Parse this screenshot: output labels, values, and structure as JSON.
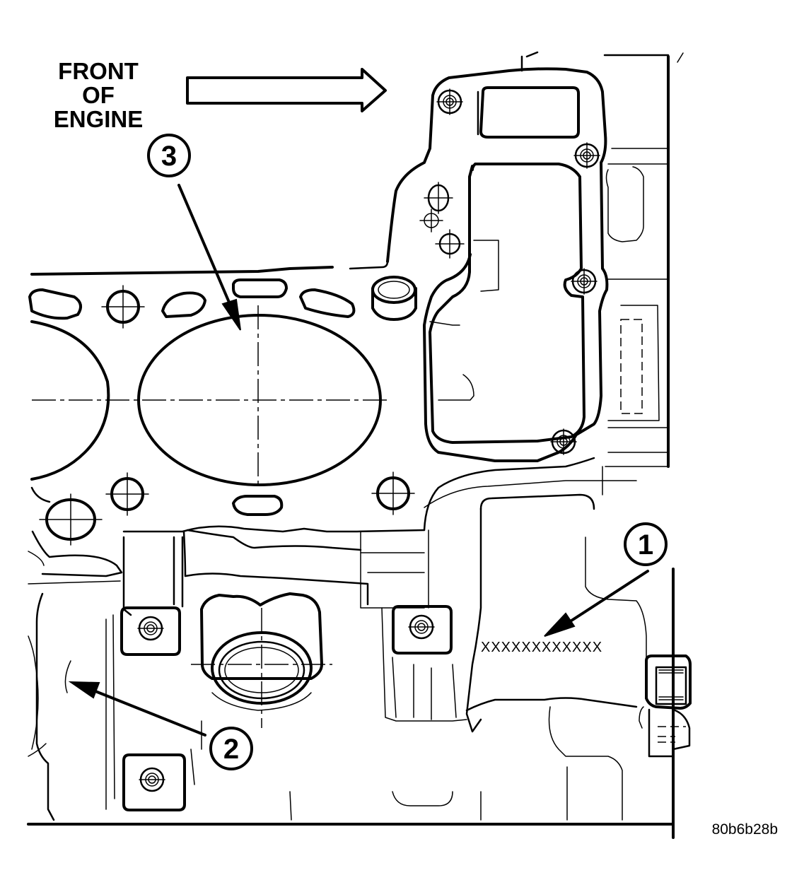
{
  "labels": {
    "front_line1": "FRONT",
    "front_line2": "OF",
    "front_line3": "ENGINE",
    "callout_1": "1",
    "callout_2": "2",
    "callout_3": "3",
    "stamp_code": "XXXXXXXXXXXX",
    "figure_code": "80b6b28b"
  },
  "colors": {
    "ink": "#000000",
    "paper": "#ffffff"
  }
}
